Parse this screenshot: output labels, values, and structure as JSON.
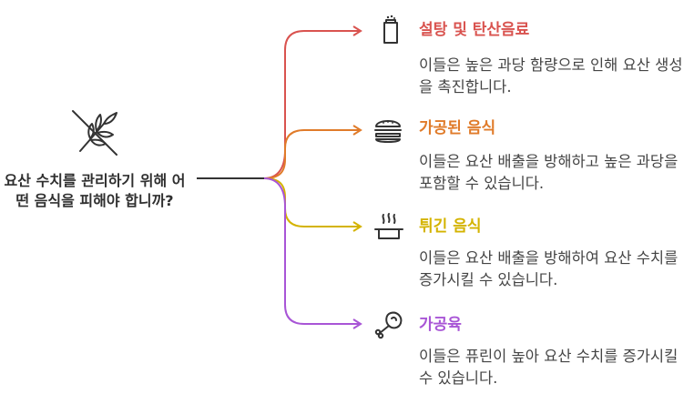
{
  "center": {
    "question": "요산 수치를 관리하기 위해 어떤 음식을 피해야 합니까?",
    "icon": "no-wheat-icon"
  },
  "branches": [
    {
      "title": "설탕 및 탄산음료",
      "description": "이들은 높은 과당 함량으로 인해 요산 생성을 촉진합니다.",
      "color": "#d9534f",
      "icon": "soda-can-icon"
    },
    {
      "title": "가공된 음식",
      "description": "이들은 요산 배출을 방해하고 높은 과당을 포함할 수 있습니다.",
      "color": "#e07b2a",
      "icon": "burger-icon"
    },
    {
      "title": "튀긴 음식",
      "description": "이들은 요산 배출을 방해하여 요산 수치를 증가시킬 수 있습니다.",
      "color": "#d4b300",
      "icon": "fryer-pan-icon"
    },
    {
      "title": "가공육",
      "description": "이들은 퓨린이 높아 요산 수치를 증가시킬 수 있습니다.",
      "color": "#a855d6",
      "icon": "meat-leg-icon"
    }
  ]
}
